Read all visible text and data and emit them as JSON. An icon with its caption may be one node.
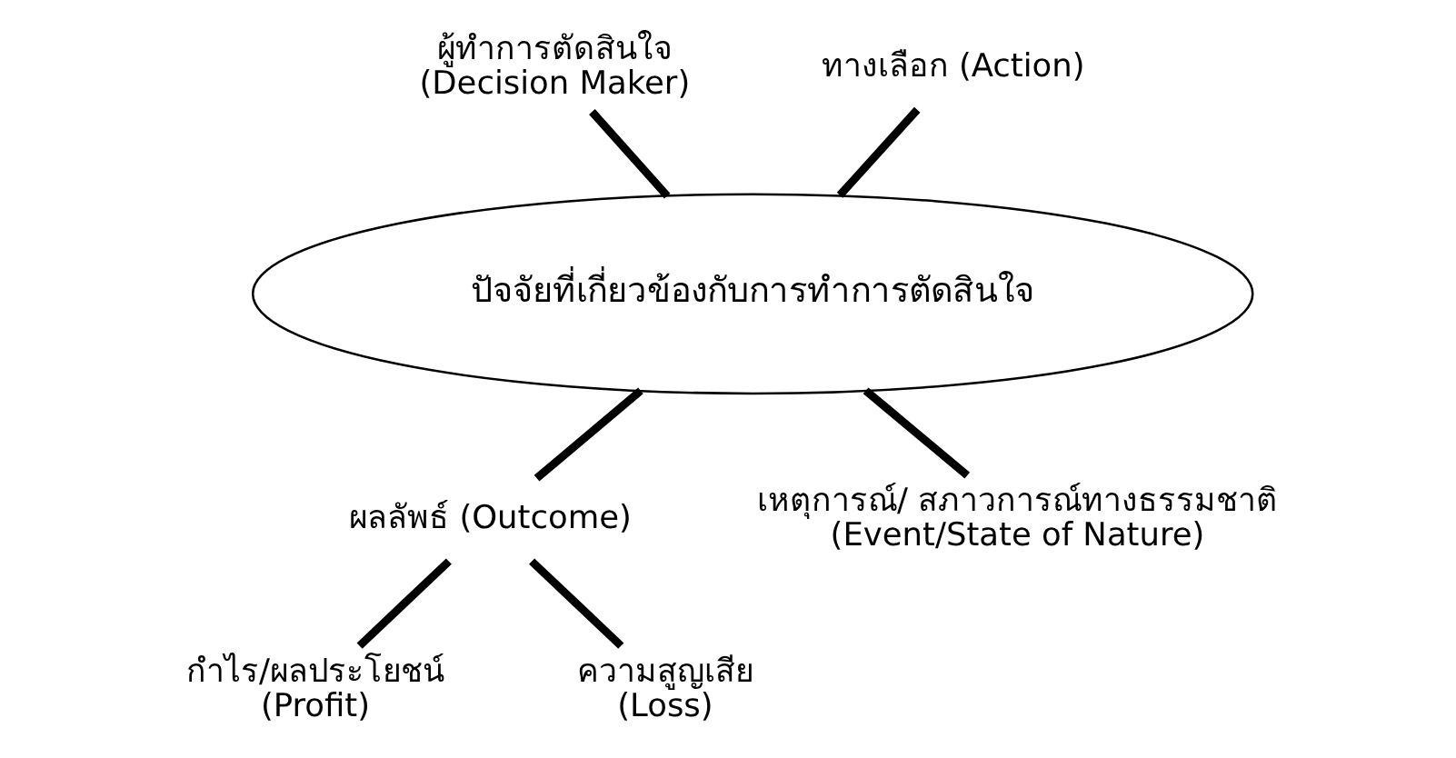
{
  "diagram": {
    "nodes": [
      {
        "text": [
          "ปัจจัยที่เกี่ยวข้องกับการทำการตัดสินใจ"
        ]
      },
      {
        "text": [
          "ผู้ทำการตัดสินใจ",
          "(Decision Maker)"
        ]
      },
      {
        "text": [
          "ทางเลือก (Action)"
        ]
      },
      {
        "text": [
          "ผลลัพธ์ (Outcome)"
        ]
      },
      {
        "text": [
          "เหตุการณ์/ สภาวการณ์ทางธรรมชาติ",
          "(Event/State of Nature)"
        ]
      },
      {
        "text": [
          "กำไร/ผลประโยชน์",
          "(Profit)"
        ]
      },
      {
        "text": [
          "ความสูญเสีย",
          "(Loss)"
        ]
      }
    ],
    "edges": [
      {
        "from": 1,
        "to": 0,
        "arrow": "none"
      },
      {
        "from": 2,
        "to": 0,
        "arrow": "none"
      },
      {
        "from": 3,
        "to": 0,
        "arrow": "none"
      },
      {
        "from": 4,
        "to": 0,
        "arrow": "none"
      },
      {
        "from": 3,
        "to": 5,
        "arrow": "none"
      },
      {
        "from": 3,
        "to": 6,
        "arrow": "none"
      }
    ]
  }
}
